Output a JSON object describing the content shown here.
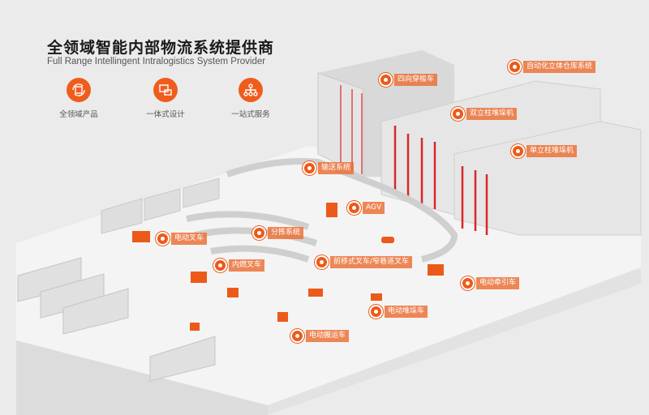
{
  "header": {
    "title": "全领域智能内部物流系统提供商",
    "subtitle": "Full Range Intellingent Intralogistics System Provider"
  },
  "features": [
    {
      "label": "全领域产品",
      "icon": "cycle-box-icon"
    },
    {
      "label": "一体式设计",
      "icon": "design-screen-icon"
    },
    {
      "label": "一站式服务",
      "icon": "hierarchy-icon"
    }
  ],
  "tags": {
    "shuttle": "四向穿梭车",
    "asrs": "自动化立体仓库系统",
    "double_mast": "双立柱堆垛机",
    "single_mast": "单立柱堆垛机",
    "conveyor": "输送系统",
    "agv": "AGV",
    "electric_forklift": "电动叉车",
    "sorting": "分拣系统",
    "ic_forklift": "内燃叉车",
    "reach_truck": "前移式叉车/窄巷道叉车",
    "tow_tractor": "电动牵引车",
    "stacker": "电动堆垛车",
    "pallet_truck": "电动搬运车"
  },
  "colors": {
    "accent": "#ec5a1a",
    "background": "#ebebeb",
    "rack_red": "#d8282a"
  }
}
